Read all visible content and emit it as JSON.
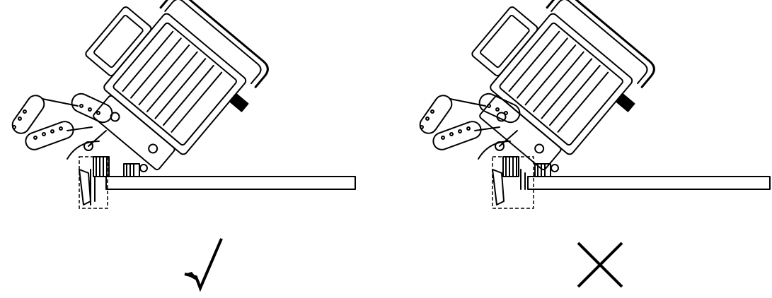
{
  "panels": [
    {
      "id": "correct",
      "verdict_symbol": "check",
      "verdict_icon": "checkmark-icon",
      "setup": "bevel-tool-clamped-correctly"
    },
    {
      "id": "incorrect",
      "verdict_symbol": "cross",
      "verdict_icon": "cross-icon",
      "setup": "bevel-tool-clamped-incorrectly"
    }
  ],
  "colors": {
    "line": "#000000",
    "background": "#ffffff"
  }
}
